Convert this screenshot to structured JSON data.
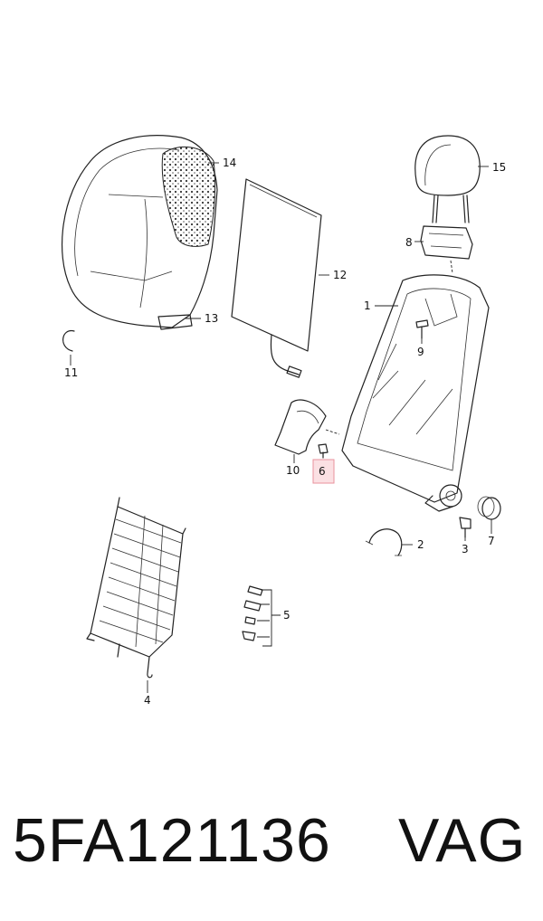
{
  "labels": {
    "l1": "1",
    "l2": "2",
    "l3": "3",
    "l4": "4",
    "l5": "5",
    "l6": "6",
    "l7": "7",
    "l8": "8",
    "l9": "9",
    "l10": "10",
    "l11": "11",
    "l12": "12",
    "l13": "13",
    "l14": "14",
    "l15": "15"
  },
  "highlighted_part": "6",
  "colors": {
    "highlight_fill": "#fbe0e3",
    "highlight_border": "#e8929c",
    "line": "#222222"
  },
  "footer": {
    "part_number": "5FA121136",
    "brand": "VAG"
  }
}
